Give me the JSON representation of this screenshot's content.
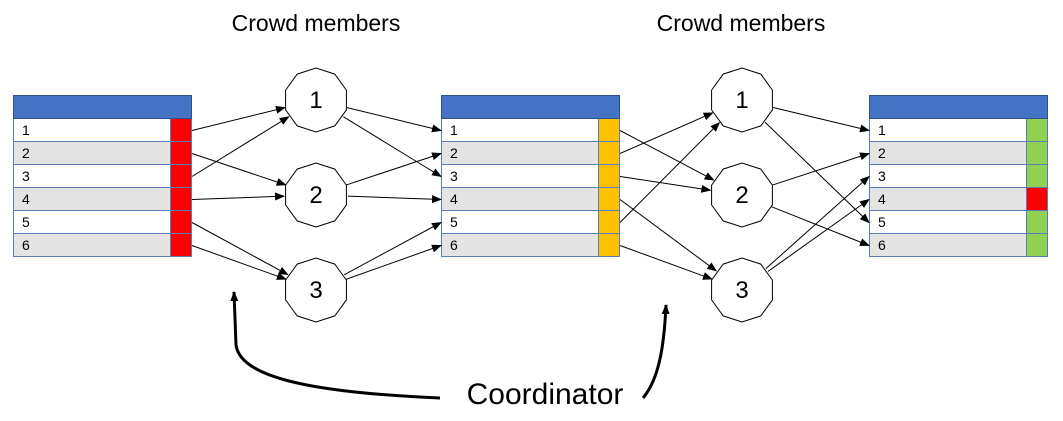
{
  "titles": [
    "Crowd members",
    "Crowd members"
  ],
  "coordinator_label": "Coordinator",
  "tables": [
    {
      "rows": [
        {
          "label": "1",
          "status_color": "#ff0000"
        },
        {
          "label": "2",
          "status_color": "#ff0000"
        },
        {
          "label": "3",
          "status_color": "#ff0000"
        },
        {
          "label": "4",
          "status_color": "#ff0000"
        },
        {
          "label": "5",
          "status_color": "#ff0000"
        },
        {
          "label": "6",
          "status_color": "#ff0000"
        }
      ]
    },
    {
      "rows": [
        {
          "label": "1",
          "status_color": "#ffc000"
        },
        {
          "label": "2",
          "status_color": "#ffc000"
        },
        {
          "label": "3",
          "status_color": "#ffc000"
        },
        {
          "label": "4",
          "status_color": "#ffc000"
        },
        {
          "label": "5",
          "status_color": "#ffc000"
        },
        {
          "label": "6",
          "status_color": "#ffc000"
        }
      ]
    },
    {
      "rows": [
        {
          "label": "1",
          "status_color": "#92d050"
        },
        {
          "label": "2",
          "status_color": "#92d050"
        },
        {
          "label": "3",
          "status_color": "#92d050"
        },
        {
          "label": "4",
          "status_color": "#ff0000"
        },
        {
          "label": "5",
          "status_color": "#92d050"
        },
        {
          "label": "6",
          "status_color": "#92d050"
        }
      ]
    }
  ],
  "crowd_groups": [
    {
      "members": [
        "1",
        "2",
        "3"
      ]
    },
    {
      "members": [
        "1",
        "2",
        "3"
      ]
    }
  ],
  "edges": [
    {
      "to_crowd": [
        [
          1,
          1
        ],
        [
          2,
          2
        ],
        [
          3,
          1
        ],
        [
          4,
          2
        ],
        [
          5,
          3
        ],
        [
          6,
          3
        ]
      ],
      "from_crowd": [
        [
          1,
          1
        ],
        [
          1,
          3
        ],
        [
          2,
          2
        ],
        [
          2,
          4
        ],
        [
          3,
          5
        ],
        [
          3,
          6
        ]
      ]
    },
    {
      "to_crowd": [
        [
          1,
          2
        ],
        [
          2,
          1
        ],
        [
          3,
          2
        ],
        [
          4,
          3
        ],
        [
          5,
          1
        ],
        [
          6,
          3
        ]
      ],
      "from_crowd": [
        [
          1,
          1
        ],
        [
          1,
          5
        ],
        [
          2,
          2
        ],
        [
          2,
          6
        ],
        [
          3,
          3
        ],
        [
          3,
          4
        ]
      ]
    }
  ]
}
